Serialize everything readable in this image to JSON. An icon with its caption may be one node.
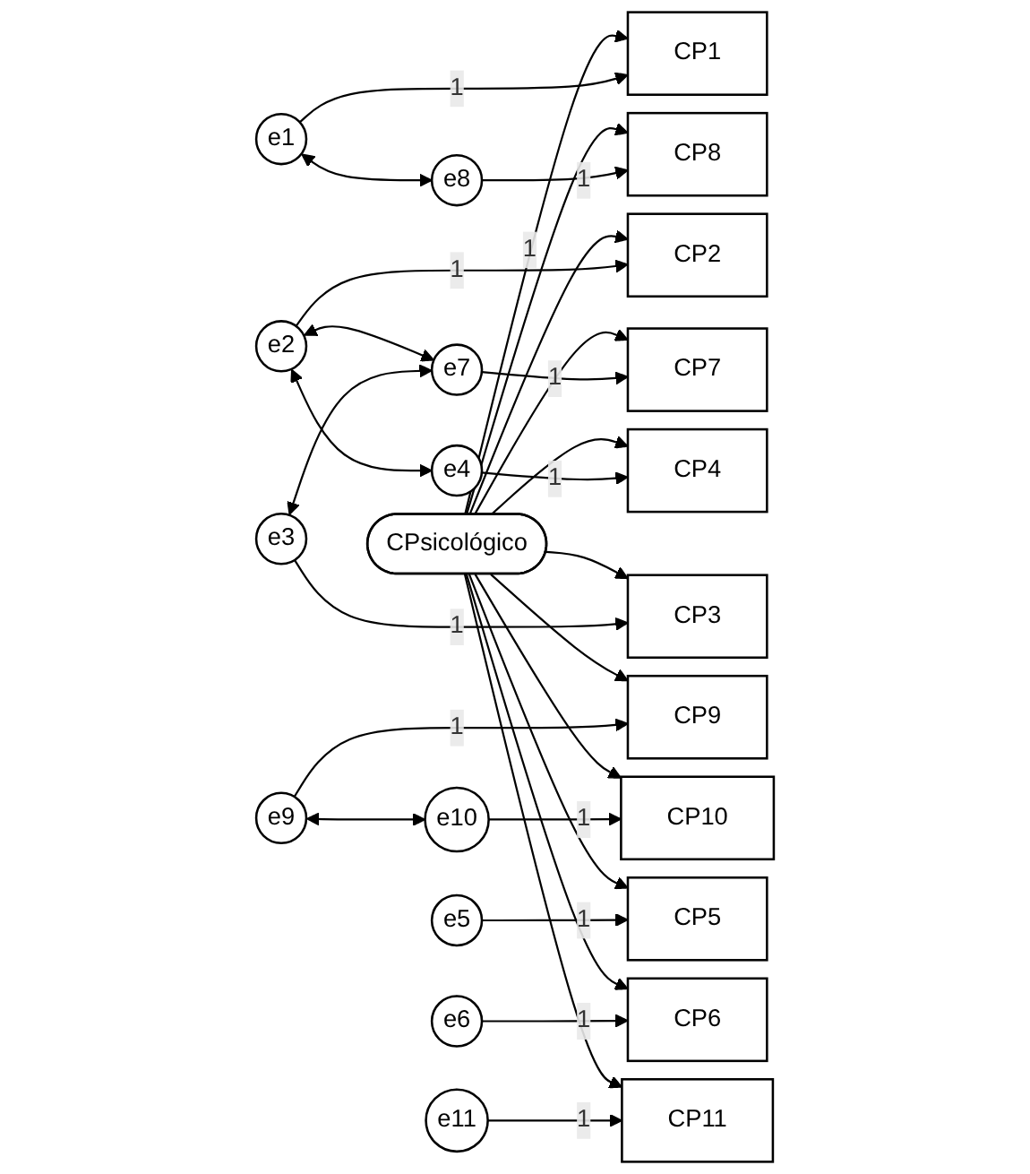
{
  "diagram": {
    "nodes": [
      {
        "text": [
          "CPsicológico"
        ]
      },
      {
        "text": [
          "CP1"
        ]
      },
      {
        "text": [
          "CP2"
        ]
      },
      {
        "text": [
          "CP3"
        ]
      },
      {
        "text": [
          "CP4"
        ]
      },
      {
        "text": [
          "CP5"
        ]
      },
      {
        "text": [
          "CP6"
        ]
      },
      {
        "text": [
          "CP7"
        ]
      },
      {
        "text": [
          "CP8"
        ]
      },
      {
        "text": [
          "CP9"
        ]
      },
      {
        "text": [
          "CP10"
        ]
      },
      {
        "text": [
          "CP11"
        ]
      },
      {
        "text": [
          "e1"
        ]
      },
      {
        "text": [
          "e2"
        ]
      },
      {
        "text": [
          "e3"
        ]
      },
      {
        "text": [
          "e4"
        ]
      },
      {
        "text": [
          "e5"
        ]
      },
      {
        "text": [
          "e6"
        ]
      },
      {
        "text": [
          "e7"
        ]
      },
      {
        "text": [
          "e8"
        ]
      },
      {
        "text": [
          "e9"
        ]
      },
      {
        "text": [
          "e10"
        ]
      },
      {
        "text": [
          "e11"
        ]
      }
    ],
    "edges": [
      {
        "from": 0,
        "to": 1,
        "arrow": "to",
        "label": "1"
      },
      {
        "from": 0,
        "to": 2,
        "arrow": "to"
      },
      {
        "from": 0,
        "to": 3,
        "arrow": "to"
      },
      {
        "from": 0,
        "to": 4,
        "arrow": "to"
      },
      {
        "from": 0,
        "to": 5,
        "arrow": "to"
      },
      {
        "from": 0,
        "to": 6,
        "arrow": "to"
      },
      {
        "from": 0,
        "to": 7,
        "arrow": "to"
      },
      {
        "from": 0,
        "to": 8,
        "arrow": "to"
      },
      {
        "from": 0,
        "to": 9,
        "arrow": "to"
      },
      {
        "from": 0,
        "to": 10,
        "arrow": "to"
      },
      {
        "from": 0,
        "to": 11,
        "arrow": "to"
      },
      {
        "from": 12,
        "to": 1,
        "arrow": "to",
        "label": "1"
      },
      {
        "from": 13,
        "to": 2,
        "arrow": "to",
        "label": "1"
      },
      {
        "from": 14,
        "to": 3,
        "arrow": "to",
        "label": "1"
      },
      {
        "from": 15,
        "to": 4,
        "arrow": "to",
        "label": "1"
      },
      {
        "from": 16,
        "to": 5,
        "arrow": "to",
        "label": "1"
      },
      {
        "from": 17,
        "to": 6,
        "arrow": "to",
        "label": "1"
      },
      {
        "from": 18,
        "to": 7,
        "arrow": "to",
        "label": "1"
      },
      {
        "from": 19,
        "to": 8,
        "arrow": "to",
        "label": "1"
      },
      {
        "from": 20,
        "to": 9,
        "arrow": "to",
        "label": "1"
      },
      {
        "from": 21,
        "to": 10,
        "arrow": "to",
        "label": "1"
      },
      {
        "from": 22,
        "to": 11,
        "arrow": "to",
        "label": "1"
      },
      {
        "from": 12,
        "to": 19,
        "arrow": "both"
      },
      {
        "from": 13,
        "to": 18,
        "arrow": "both"
      },
      {
        "from": 13,
        "to": 15,
        "arrow": "both"
      },
      {
        "from": 14,
        "to": 18,
        "arrow": "both"
      },
      {
        "from": 20,
        "to": 21,
        "arrow": "both"
      }
    ]
  }
}
